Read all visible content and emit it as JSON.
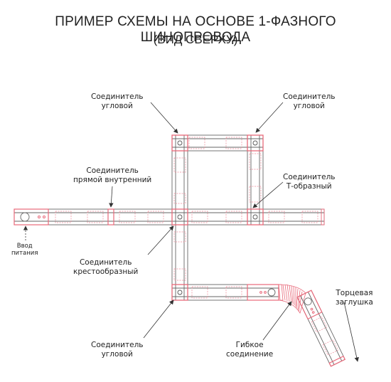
{
  "title": "ПРИМЕР СХЕМЫ НА ОСНОВЕ 1-ФАЗНОГО ШИНОПРОВОДА",
  "subtitle": "(ВИД СВЕРХУ)",
  "labels": {
    "corner_top_left": [
      "Соединитель",
      "угловой"
    ],
    "corner_top_right": [
      "Соединитель",
      "угловой"
    ],
    "straight_inner": [
      "Соединитель",
      "прямой внутренний"
    ],
    "t_shaped": [
      "Соединитель",
      "Т-образный"
    ],
    "power_input": [
      "Ввод",
      "питания"
    ],
    "cross": [
      "Соединитель",
      "крестообразный"
    ],
    "end_cap": [
      "Торцевая",
      "заглушка"
    ],
    "flexible": [
      "Гибкое",
      "соединение"
    ],
    "corner_bottom": [
      "Соединитель",
      "угловой"
    ]
  },
  "colors": {
    "connector": "#e8697a",
    "rail": "#666666",
    "dash": "#ee8896",
    "arrow": "#333333"
  }
}
